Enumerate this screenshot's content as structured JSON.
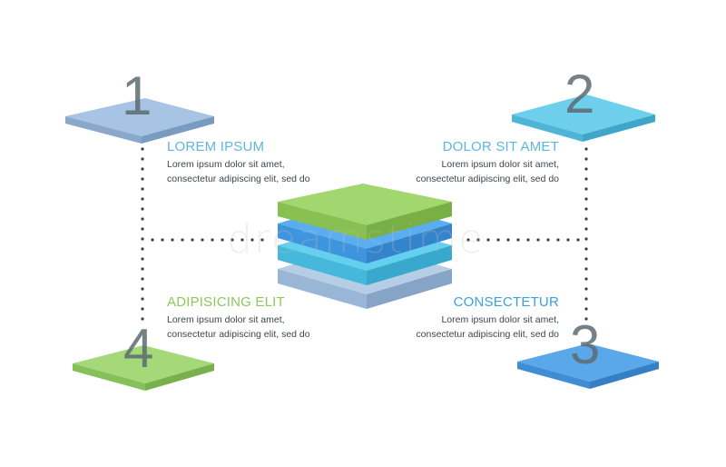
{
  "colors": {
    "step1": "#9cbce0",
    "step2": "#5fc8e8",
    "step3": "#4f9fe6",
    "step4": "#9bd36b",
    "title1": "#5fb6dc",
    "title2": "#5fb6dc",
    "title3": "#3d9fe0",
    "title4": "#8cc85a",
    "dots": "#3a3f44",
    "numbers": "#5d6b73"
  },
  "steps": [
    {
      "number": "1",
      "title": "LOREM IPSUM",
      "line1": "Lorem ipsum dolor sit amet,",
      "line2": "consectetur adipiscing elit, sed do"
    },
    {
      "number": "2",
      "title": "DOLOR SIT AMET",
      "line1": "Lorem ipsum dolor sit amet,",
      "line2": "consectetur adipiscing elit, sed do"
    },
    {
      "number": "3",
      "title": "CONSECTETUR",
      "line1": "Lorem ipsum dolor sit amet,",
      "line2": "consectetur adipiscing elit, sed do"
    },
    {
      "number": "4",
      "title": "ADIPISICING ELIT",
      "line1": "Lorem ipsum dolor sit amet,",
      "line2": "consectetur adipiscing elit, sed do"
    }
  ],
  "watermark": "dreamstime"
}
